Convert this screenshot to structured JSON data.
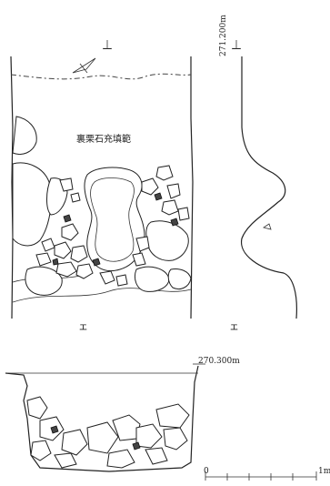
{
  "plan": {
    "fill_label": "裏栗石充填範",
    "section_mark_left": "ェ",
    "section_mark_right": "ェ",
    "top_mark_left": "ー",
    "top_mark_right": "ー",
    "elevation_top": "271.200m"
  },
  "profile": {
    "elevation_bottom": "270.300m",
    "scale_start": "0",
    "scale_end": "1m"
  }
}
